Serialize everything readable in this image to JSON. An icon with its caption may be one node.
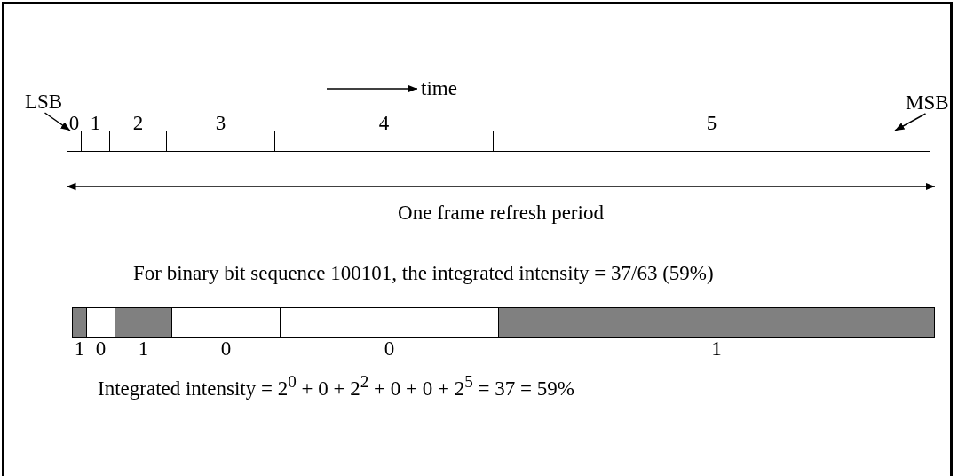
{
  "diagram": {
    "nodes": [
      {
        "text": [
          "LSB"
        ]
      },
      {
        "text": [
          "0"
        ]
      },
      {
        "text": [
          "1"
        ]
      },
      {
        "text": [
          "2"
        ]
      },
      {
        "text": [
          "3"
        ]
      },
      {
        "text": [
          "4"
        ]
      },
      {
        "text": [
          "5"
        ]
      },
      {
        "text": [
          "MSB"
        ]
      },
      {
        "text": [
          "1"
        ]
      },
      {
        "text": [
          "0"
        ]
      },
      {
        "text": [
          "1"
        ]
      },
      {
        "text": [
          "0"
        ]
      },
      {
        "text": [
          "0"
        ]
      },
      {
        "text": [
          "1"
        ]
      }
    ],
    "edges": [
      {
        "from": 0,
        "to": 1,
        "arrow": "to"
      },
      {
        "from": 7,
        "to": 6,
        "arrow": "to"
      }
    ],
    "labels": [
      "time",
      "One frame refresh period",
      "For binary bit sequence 100101, the integrated intensity = 37/63 (59%)",
      "Integrated intensity = 2$^{0}$ + 0 + 2$^{2}$ + 0 + 0 + 2$^{5}$ = 37 = 59%"
    ]
  }
}
